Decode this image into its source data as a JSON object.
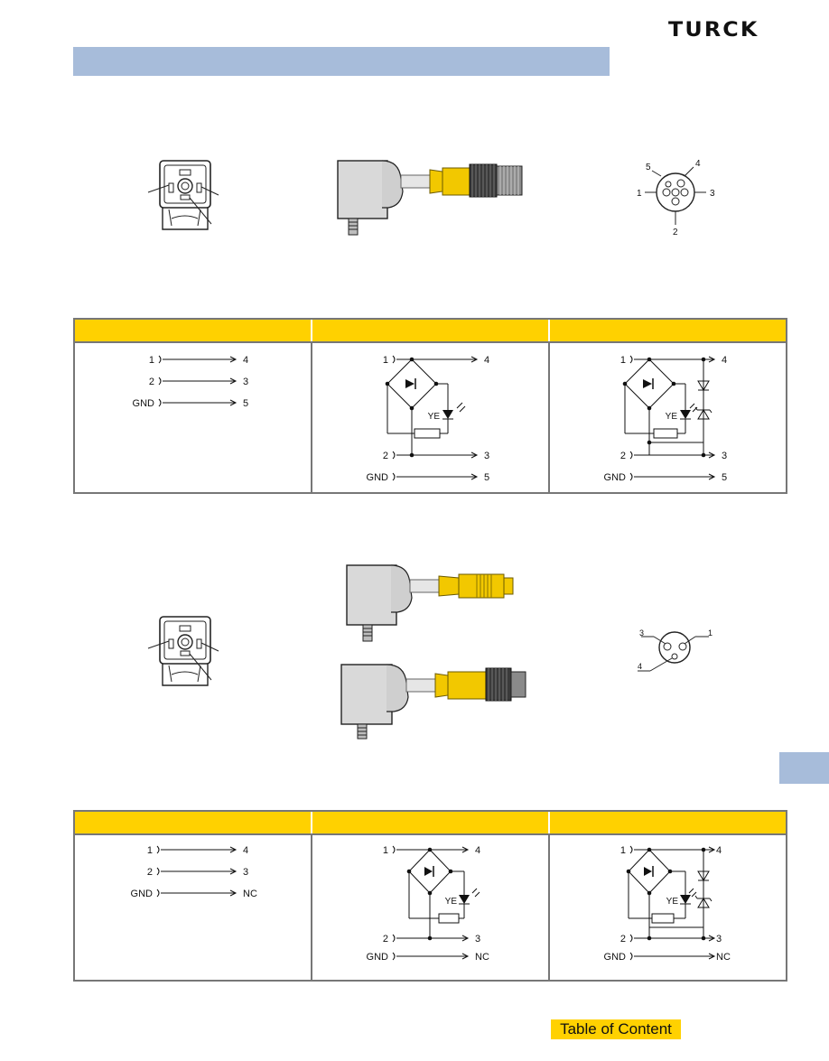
{
  "brand": {
    "logo_text": "TURCK"
  },
  "section_top": {
    "pin_labels": [
      "1",
      "2",
      "3",
      "4",
      "5"
    ],
    "table": {
      "col1": {
        "rows": [
          {
            "from": "1",
            "to": "4"
          },
          {
            "from": "2",
            "to": "3"
          },
          {
            "from": "GND",
            "to": "5"
          }
        ]
      },
      "col2": {
        "top_from": "1",
        "top_to": "4",
        "led": "YE",
        "mid_from": "2",
        "mid_to": "3",
        "bot_from": "GND",
        "bot_to": "5"
      },
      "col3": {
        "top_from": "1",
        "top_to": "4",
        "led": "YE",
        "mid_from": "2",
        "mid_to": "3",
        "bot_from": "GND",
        "bot_to": "5"
      }
    }
  },
  "section_bottom": {
    "pin_labels": [
      "1",
      "3",
      "4"
    ],
    "table": {
      "col1": {
        "rows": [
          {
            "from": "1",
            "to": "4"
          },
          {
            "from": "2",
            "to": "3"
          },
          {
            "from": "GND",
            "to": "NC"
          }
        ]
      },
      "col2": {
        "top_from": "1",
        "top_to": "4",
        "led": "YE",
        "mid_from": "2",
        "mid_to": "3",
        "bot_from": "GND",
        "bot_to": "NC"
      },
      "col3": {
        "top_from": "1",
        "top_to": "4",
        "led": "YE",
        "mid_from": "2",
        "mid_to": "3",
        "bot_from": "GND",
        "bot_to": "NC"
      }
    }
  },
  "footer": {
    "toc_label": "Table of Content"
  },
  "colors": {
    "header_blue": "#a7bcda",
    "table_yellow": "#ffd100",
    "cable_yellow": "#f2c800"
  },
  "icons": [
    "valve-connector-front-icon",
    "angled-cordset-icon",
    "m12-pin-face-icon",
    "m8-pin-face-icon"
  ]
}
